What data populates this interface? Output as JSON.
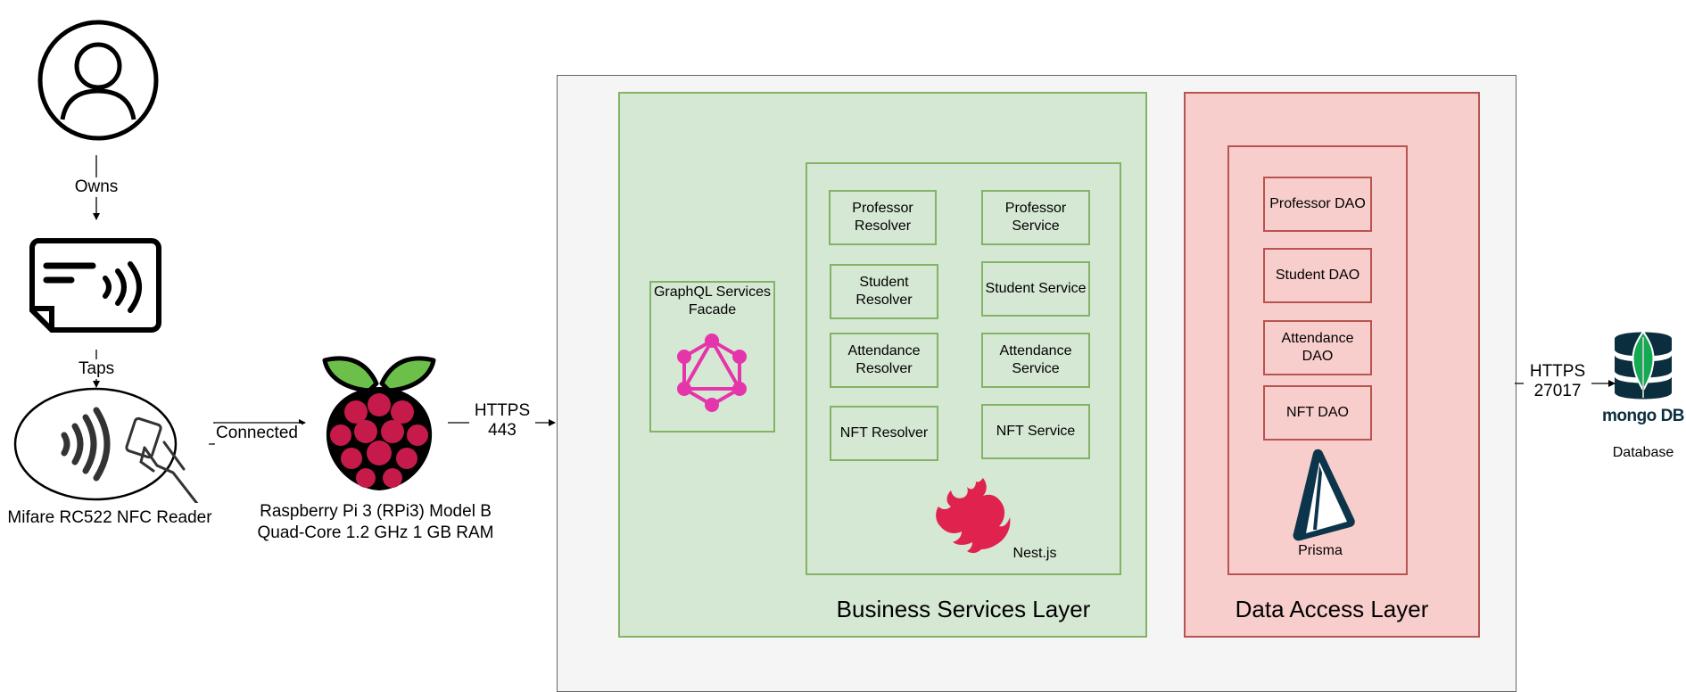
{
  "actors": {
    "nfc_reader": "Mifare RC522 NFC Reader",
    "raspberry_line1": "Raspberry Pi 3 (RPi3) Model B",
    "raspberry_line2": "Quad-Core 1.2 GHz 1 GB RAM"
  },
  "edges": {
    "owns": "Owns",
    "taps": "Taps",
    "connected": "Connected",
    "https_rpi_1": "HTTPS",
    "https_rpi_2": "443",
    "https_db_1": "HTTPS",
    "https_db_2": "27017"
  },
  "business_layer": {
    "title": "Business Services Layer",
    "facade_line1": "GraphQL Services",
    "facade_line2": "Facade",
    "resolvers": [
      {
        "line1": "Professor",
        "line2": "Resolver"
      },
      {
        "line1": "Student",
        "line2": "Resolver"
      },
      {
        "line1": "Attendance",
        "line2": "Resolver"
      },
      {
        "line1": "NFT Resolver",
        "line2": ""
      }
    ],
    "services": [
      {
        "line1": "Professor",
        "line2": "Service"
      },
      {
        "line1": "Student Service",
        "line2": ""
      },
      {
        "line1": "Attendance",
        "line2": "Service"
      },
      {
        "line1": "NFT Service",
        "line2": ""
      }
    ],
    "framework": "Nest.js"
  },
  "data_layer": {
    "title": "Data Access Layer",
    "daos": [
      {
        "line1": "Professor DAO",
        "line2": ""
      },
      {
        "line1": "Student DAO",
        "line2": ""
      },
      {
        "line1": "Attendance",
        "line2": "DAO"
      },
      {
        "line1": "NFT DAO",
        "line2": ""
      }
    ],
    "orm": "Prisma"
  },
  "database": {
    "logo": "mongo DB",
    "caption": "Database"
  },
  "colors": {
    "green_fill": "#d5e8d4",
    "green_border": "#82b366",
    "red_fill": "#f8cecc",
    "red_border": "#b85450",
    "graphql": "#e535ab",
    "nest": "#e0234e",
    "mongo_green": "#13aa52",
    "mongo_dark": "#0b2e3f",
    "prisma_dark": "#0c344b",
    "rpi_red": "#c51a4a",
    "rpi_green": "#6cc04a"
  }
}
